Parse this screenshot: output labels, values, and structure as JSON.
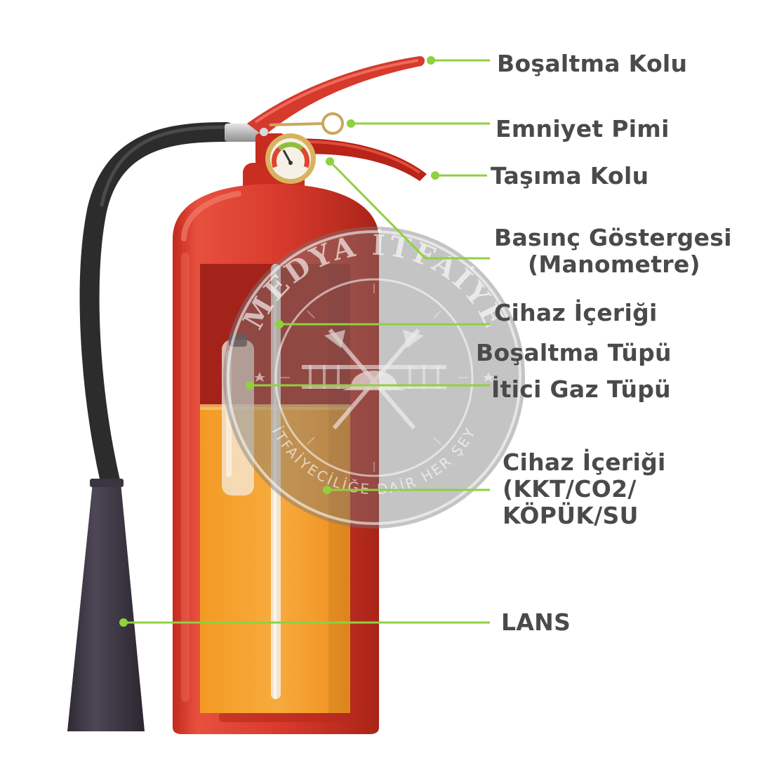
{
  "labels": {
    "bosaltma_kolu": "Boşaltma Kolu",
    "emniyet_pimi": "Emniyet Pimi",
    "tasima_kolu": "Taşıma Kolu",
    "basinc_line1": "Basınç Göstergesi",
    "basinc_line2": "(Manometre)",
    "cihaz_icerigi_1": "Cihaz İçeriği",
    "bosaltma_tupu": "Boşaltma Tüpü",
    "itici_gaz_tupu": "İtici Gaz Tüpü",
    "cihaz_icerigi_2_line1": "Cihaz İçeriği",
    "cihaz_icerigi_2_line2": "(KKT/CO2/",
    "cihaz_icerigi_2_line3": "KÖPÜK/SU",
    "lans": "LANS"
  },
  "watermark": {
    "top_text": "MEDYA İTFAİYE",
    "bottom_text": "İTFAİYECİLİĞE DAİR HER ŞEY"
  },
  "colors": {
    "cylinder_red": "#d6392b",
    "cylinder_dark": "#a92418",
    "content_orange": "#f5a031",
    "hose_black": "#2c2c2c",
    "nozzle": "#3f3a45",
    "leader_green": "#8fd13f",
    "label_text": "#4a4a4a"
  }
}
